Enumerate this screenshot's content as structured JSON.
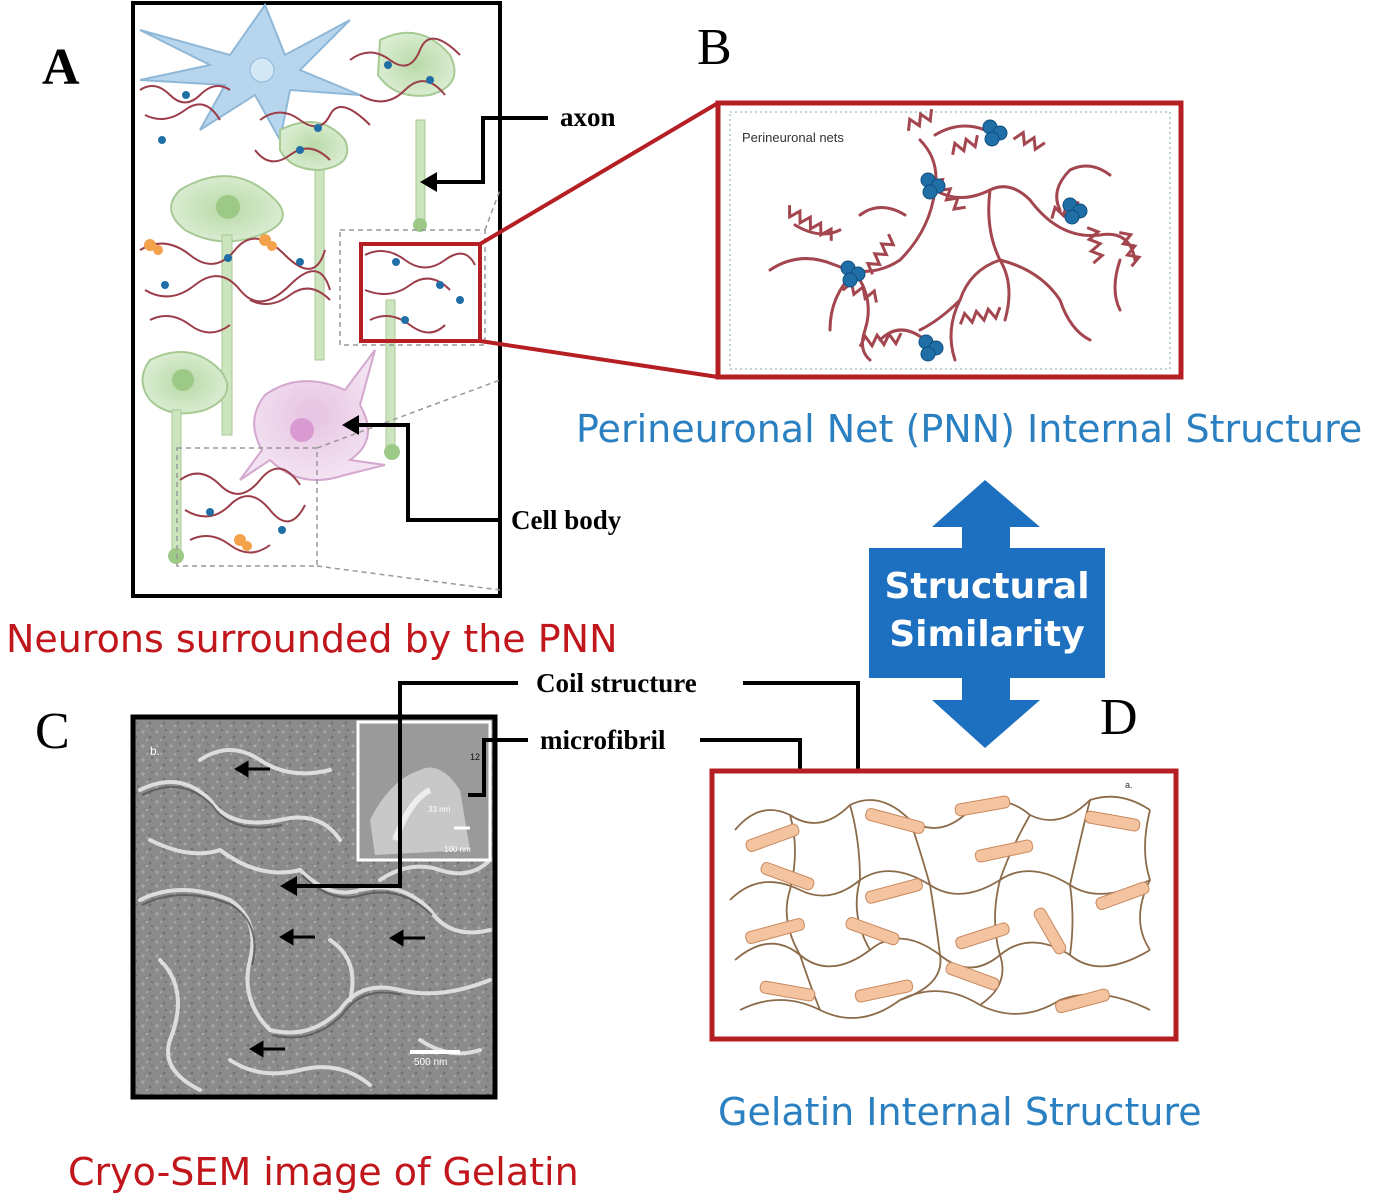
{
  "panels": {
    "a": {
      "letter": "A",
      "caption": "Neurons surrounded by the PNN",
      "callouts": {
        "axon": "axon",
        "cell_body": "Cell body"
      }
    },
    "b": {
      "letter": "B",
      "inset_label": "Perineuronal nets",
      "caption": "Perineuronal Net (PNN) Internal Structure"
    },
    "c": {
      "letter": "C",
      "caption": "Cryo-SEM image of Gelatin",
      "image_label": "b.",
      "scale_bar": "500 nm",
      "inset_scale": "100 nm",
      "inset_dims": [
        "12",
        "33 nm"
      ]
    },
    "d": {
      "letter": "D",
      "caption": "Gelatin Internal Structure",
      "image_label": "a."
    }
  },
  "center": {
    "line1": "Structural",
    "line2": "Similarity"
  },
  "callouts": {
    "coil": "Coil structure",
    "microfibril": "microfibril"
  },
  "colors": {
    "frame_red": "#b51f24",
    "caption_red": "#c0161c",
    "caption_blue": "#2a80c0",
    "arrow_blue": "#1d6fc0",
    "net_strand": "#a3464f",
    "node_blue": "#1f6fa6",
    "rod_orange": "#f0b48c"
  }
}
